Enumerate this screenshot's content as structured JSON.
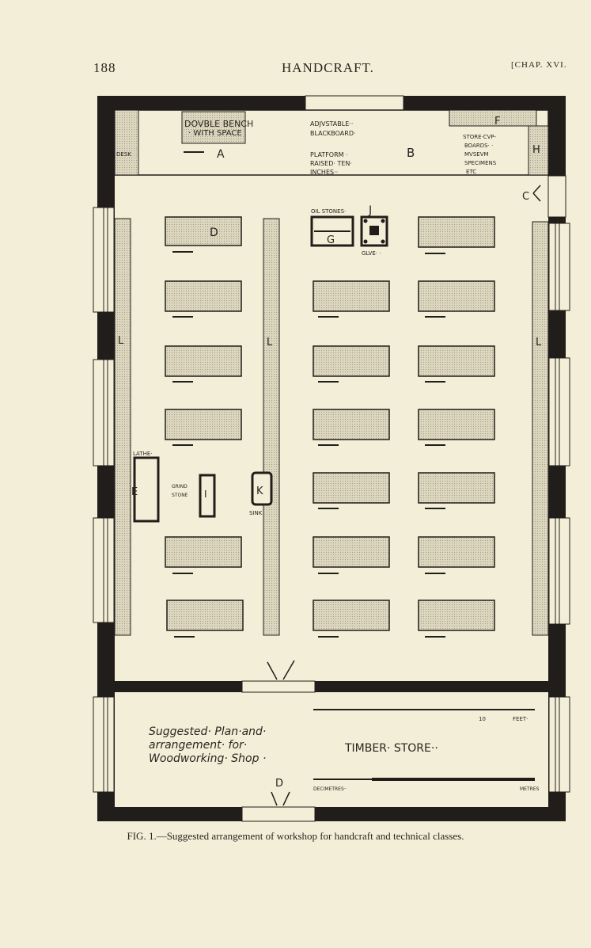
{
  "header": {
    "page_number": "188",
    "title": "HANDCRAFT.",
    "chapter": "[CHAP. XVI."
  },
  "plan_labels": {
    "double_bench": "DOVBLE BENCH",
    "with_space": "· WITH SPACE",
    "a": "A",
    "desk": "DESK",
    "blackboard1": "ADJVSTABLE··",
    "blackboard2": "BLACKBOARD·",
    "platform1": "PLATFORM ·",
    "platform2": "RAISED· TEN·",
    "platform3": "INCHES··",
    "b": "B",
    "f": "F",
    "store1": "STORE·CVP-",
    "store2": "BOARDS· ·",
    "store3": "MVSEVM",
    "store4": "SPECIMENS",
    "store5": "ETC",
    "h": "H",
    "c": "C",
    "oilstones": "OIL STONES·",
    "j": "J",
    "g": "G",
    "glue": "GLVE· ·",
    "d": "D",
    "l": "L",
    "lathe": "LATHE·",
    "e": "E",
    "grindstone1": "GRIND",
    "grindstone2": "STONE",
    "i": "I",
    "k": "K",
    "sink": "SINK",
    "suggested1": "Suggested· Plan·and·",
    "suggested2": "arrangement· for·",
    "suggested3": "Woodworking· Shop ·",
    "timber": "TIMBER· STORE··",
    "feet_10": "10",
    "feet": "FEET·",
    "decimetres": "DECIMETRES··",
    "metres": "METRES"
  },
  "caption": "FIG. 1.—Suggested arrangement of workshop for handcraft and technical classes."
}
